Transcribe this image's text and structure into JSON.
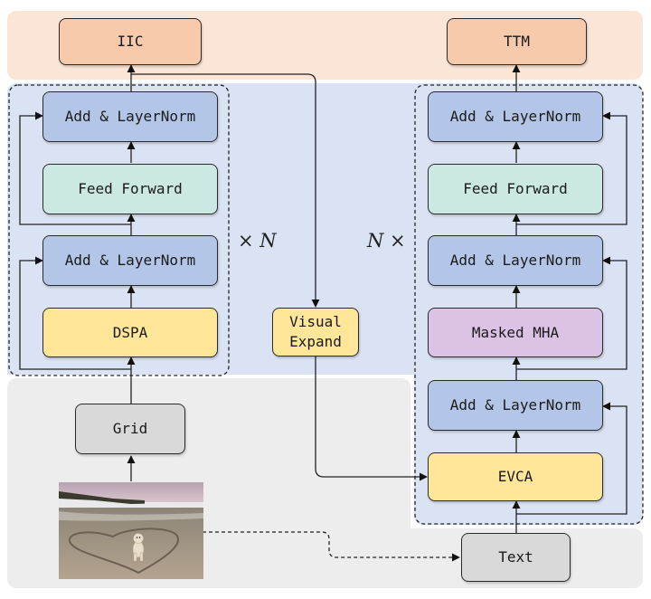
{
  "nodes": {
    "iic": "IIC",
    "ttm": "TTM",
    "left_addnorm_top": "Add & LayerNorm",
    "left_feed_forward": "Feed Forward",
    "left_addnorm_bottom": "Add & LayerNorm",
    "dspa": "DSPA",
    "grid": "Grid",
    "visual_expand_line1": "Visual",
    "visual_expand_line2": "Expand",
    "right_addnorm_top": "Add & LayerNorm",
    "right_feed_forward": "Feed Forward",
    "right_addnorm_mid": "Add & LayerNorm",
    "masked_mha": "Masked MHA",
    "right_addnorm_bottom": "Add & LayerNorm",
    "evca": "EVCA",
    "text": "Text"
  },
  "repeat_labels": {
    "left": "× N",
    "right": "N ×"
  },
  "colors": {
    "output_region": "#fbe5d6",
    "encoder_decoder_region": "#dae3f3",
    "input_region": "#ededed",
    "addnorm": "#b4c6e7",
    "feed_forward": "#cbe8e2",
    "dspa_evca_expand": "#ffe699",
    "grid_text": "#d9d9d9",
    "iic_ttm": "#f8caac",
    "masked_mha": "#dcc2e4"
  },
  "image": {
    "icon": "dog-on-beach-photo"
  }
}
